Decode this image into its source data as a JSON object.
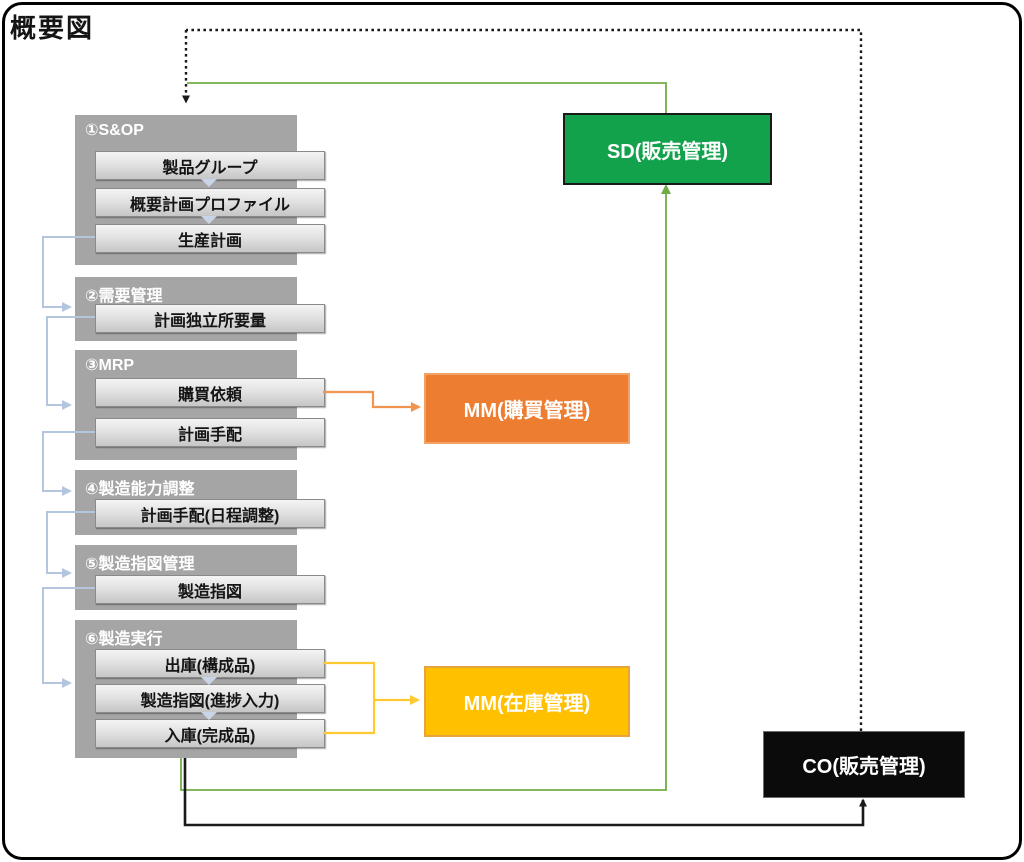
{
  "title": "概要図",
  "process_blocks": [
    {
      "id": "1",
      "label": "①S&OP",
      "steps": [
        "製品グループ",
        "概要計画プロファイル",
        "生産計画"
      ]
    },
    {
      "id": "2",
      "label": "②需要管理",
      "steps": [
        "計画独立所要量"
      ]
    },
    {
      "id": "3",
      "label": "③MRP",
      "steps": [
        "購買依頼",
        "計画手配"
      ]
    },
    {
      "id": "4",
      "label": "④製造能力調整",
      "steps": [
        "計画手配(日程調整)"
      ]
    },
    {
      "id": "5",
      "label": "⑤製造指図管理",
      "steps": [
        "製造指図"
      ]
    },
    {
      "id": "6",
      "label": "⑥製造実行",
      "steps": [
        "出庫(構成品)",
        "製造指図(進捗入力)",
        "入庫(完成品)"
      ]
    }
  ],
  "modules": [
    {
      "id": "sd",
      "label": "SD(販売管理)",
      "fill": "#12a24b"
    },
    {
      "id": "mm-purchasing",
      "label": "MM(購買管理)",
      "fill": "#ed7d31"
    },
    {
      "id": "mm-inventory",
      "label": "MM(在庫管理)",
      "fill": "#ffc000"
    },
    {
      "id": "co",
      "label": "CO(販売管理)",
      "fill": "#0b0b0b"
    }
  ],
  "connector_colors": {
    "step_flow": "#b4c5de",
    "sd_flow": "#70ad47",
    "purchasing_flow": "#f0954f",
    "inventory_flow": "#ffc933",
    "co_flow": "#1a1a1a",
    "co_feedback_dotted": "#1a1a1a"
  }
}
